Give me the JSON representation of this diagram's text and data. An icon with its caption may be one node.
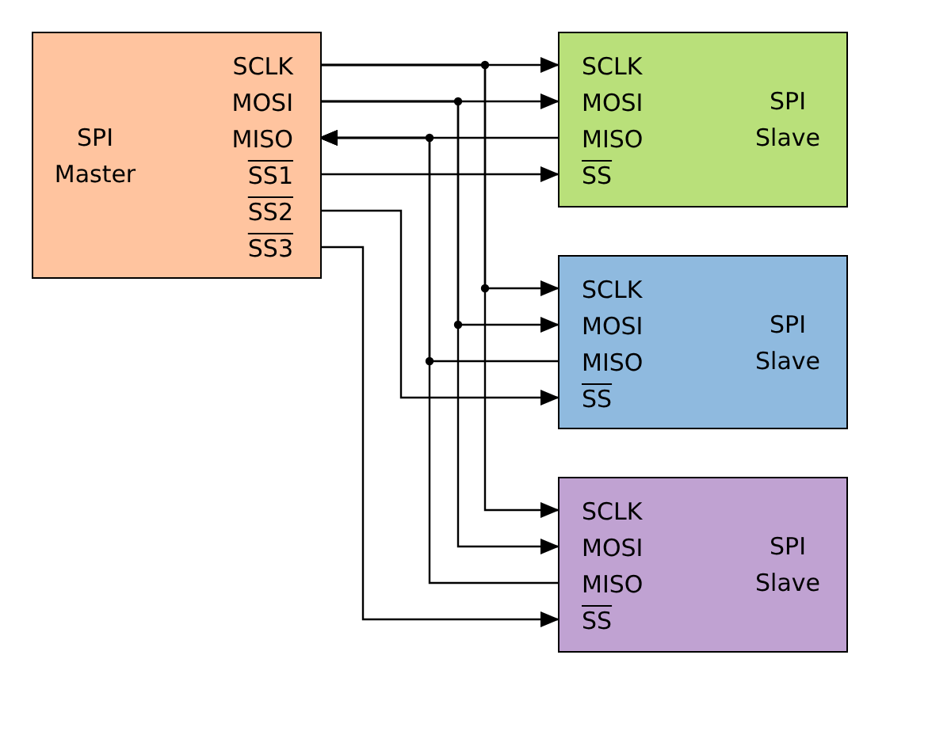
{
  "diagram": {
    "nodes": [
      {
        "text": [
          "SPI Master"
        ]
      },
      {
        "text": [
          "SCLK"
        ],
        "in": 0
      },
      {
        "text": [
          "MOSI"
        ],
        "in": 0
      },
      {
        "text": [
          "MISO"
        ],
        "in": 0
      },
      {
        "text": [
          "SS1"
        ],
        "in": 0
      },
      {
        "text": [
          "SS2"
        ],
        "in": 0
      },
      {
        "text": [
          "SS3"
        ],
        "in": 0
      },
      {
        "text": [
          "SPI Slave"
        ]
      },
      {
        "text": [
          "SCLK"
        ],
        "in": 7
      },
      {
        "text": [
          "MOSI"
        ],
        "in": 7
      },
      {
        "text": [
          "MISO"
        ],
        "in": 7
      },
      {
        "text": [
          "SS"
        ],
        "in": 7
      },
      {
        "text": [
          "SPI Slave"
        ]
      },
      {
        "text": [
          "SCLK"
        ],
        "in": 12
      },
      {
        "text": [
          "MOSI"
        ],
        "in": 12
      },
      {
        "text": [
          "MISO"
        ],
        "in": 12
      },
      {
        "text": [
          "SS"
        ],
        "in": 12
      },
      {
        "text": [
          "SPI Slave"
        ]
      },
      {
        "text": [
          "SCLK"
        ],
        "in": 17
      },
      {
        "text": [
          "MOSI"
        ],
        "in": 17
      },
      {
        "text": [
          "MISO"
        ],
        "in": 17
      },
      {
        "text": [
          "SS"
        ],
        "in": 17
      }
    ],
    "edges": [
      {
        "from": 1,
        "to": 8,
        "arrow": "to"
      },
      {
        "from": 1,
        "to": 13,
        "arrow": "to"
      },
      {
        "from": 1,
        "to": 18,
        "arrow": "to"
      },
      {
        "from": 2,
        "to": 9,
        "arrow": "to"
      },
      {
        "from": 2,
        "to": 14,
        "arrow": "to"
      },
      {
        "from": 2,
        "to": 19,
        "arrow": "to"
      },
      {
        "from": 10,
        "to": 3,
        "arrow": "to"
      },
      {
        "from": 15,
        "to": 3,
        "arrow": "to"
      },
      {
        "from": 20,
        "to": 3,
        "arrow": "to"
      },
      {
        "from": 4,
        "to": 11,
        "arrow": "to"
      },
      {
        "from": 5,
        "to": 16,
        "arrow": "to"
      },
      {
        "from": 6,
        "to": 21,
        "arrow": "to"
      }
    ]
  }
}
